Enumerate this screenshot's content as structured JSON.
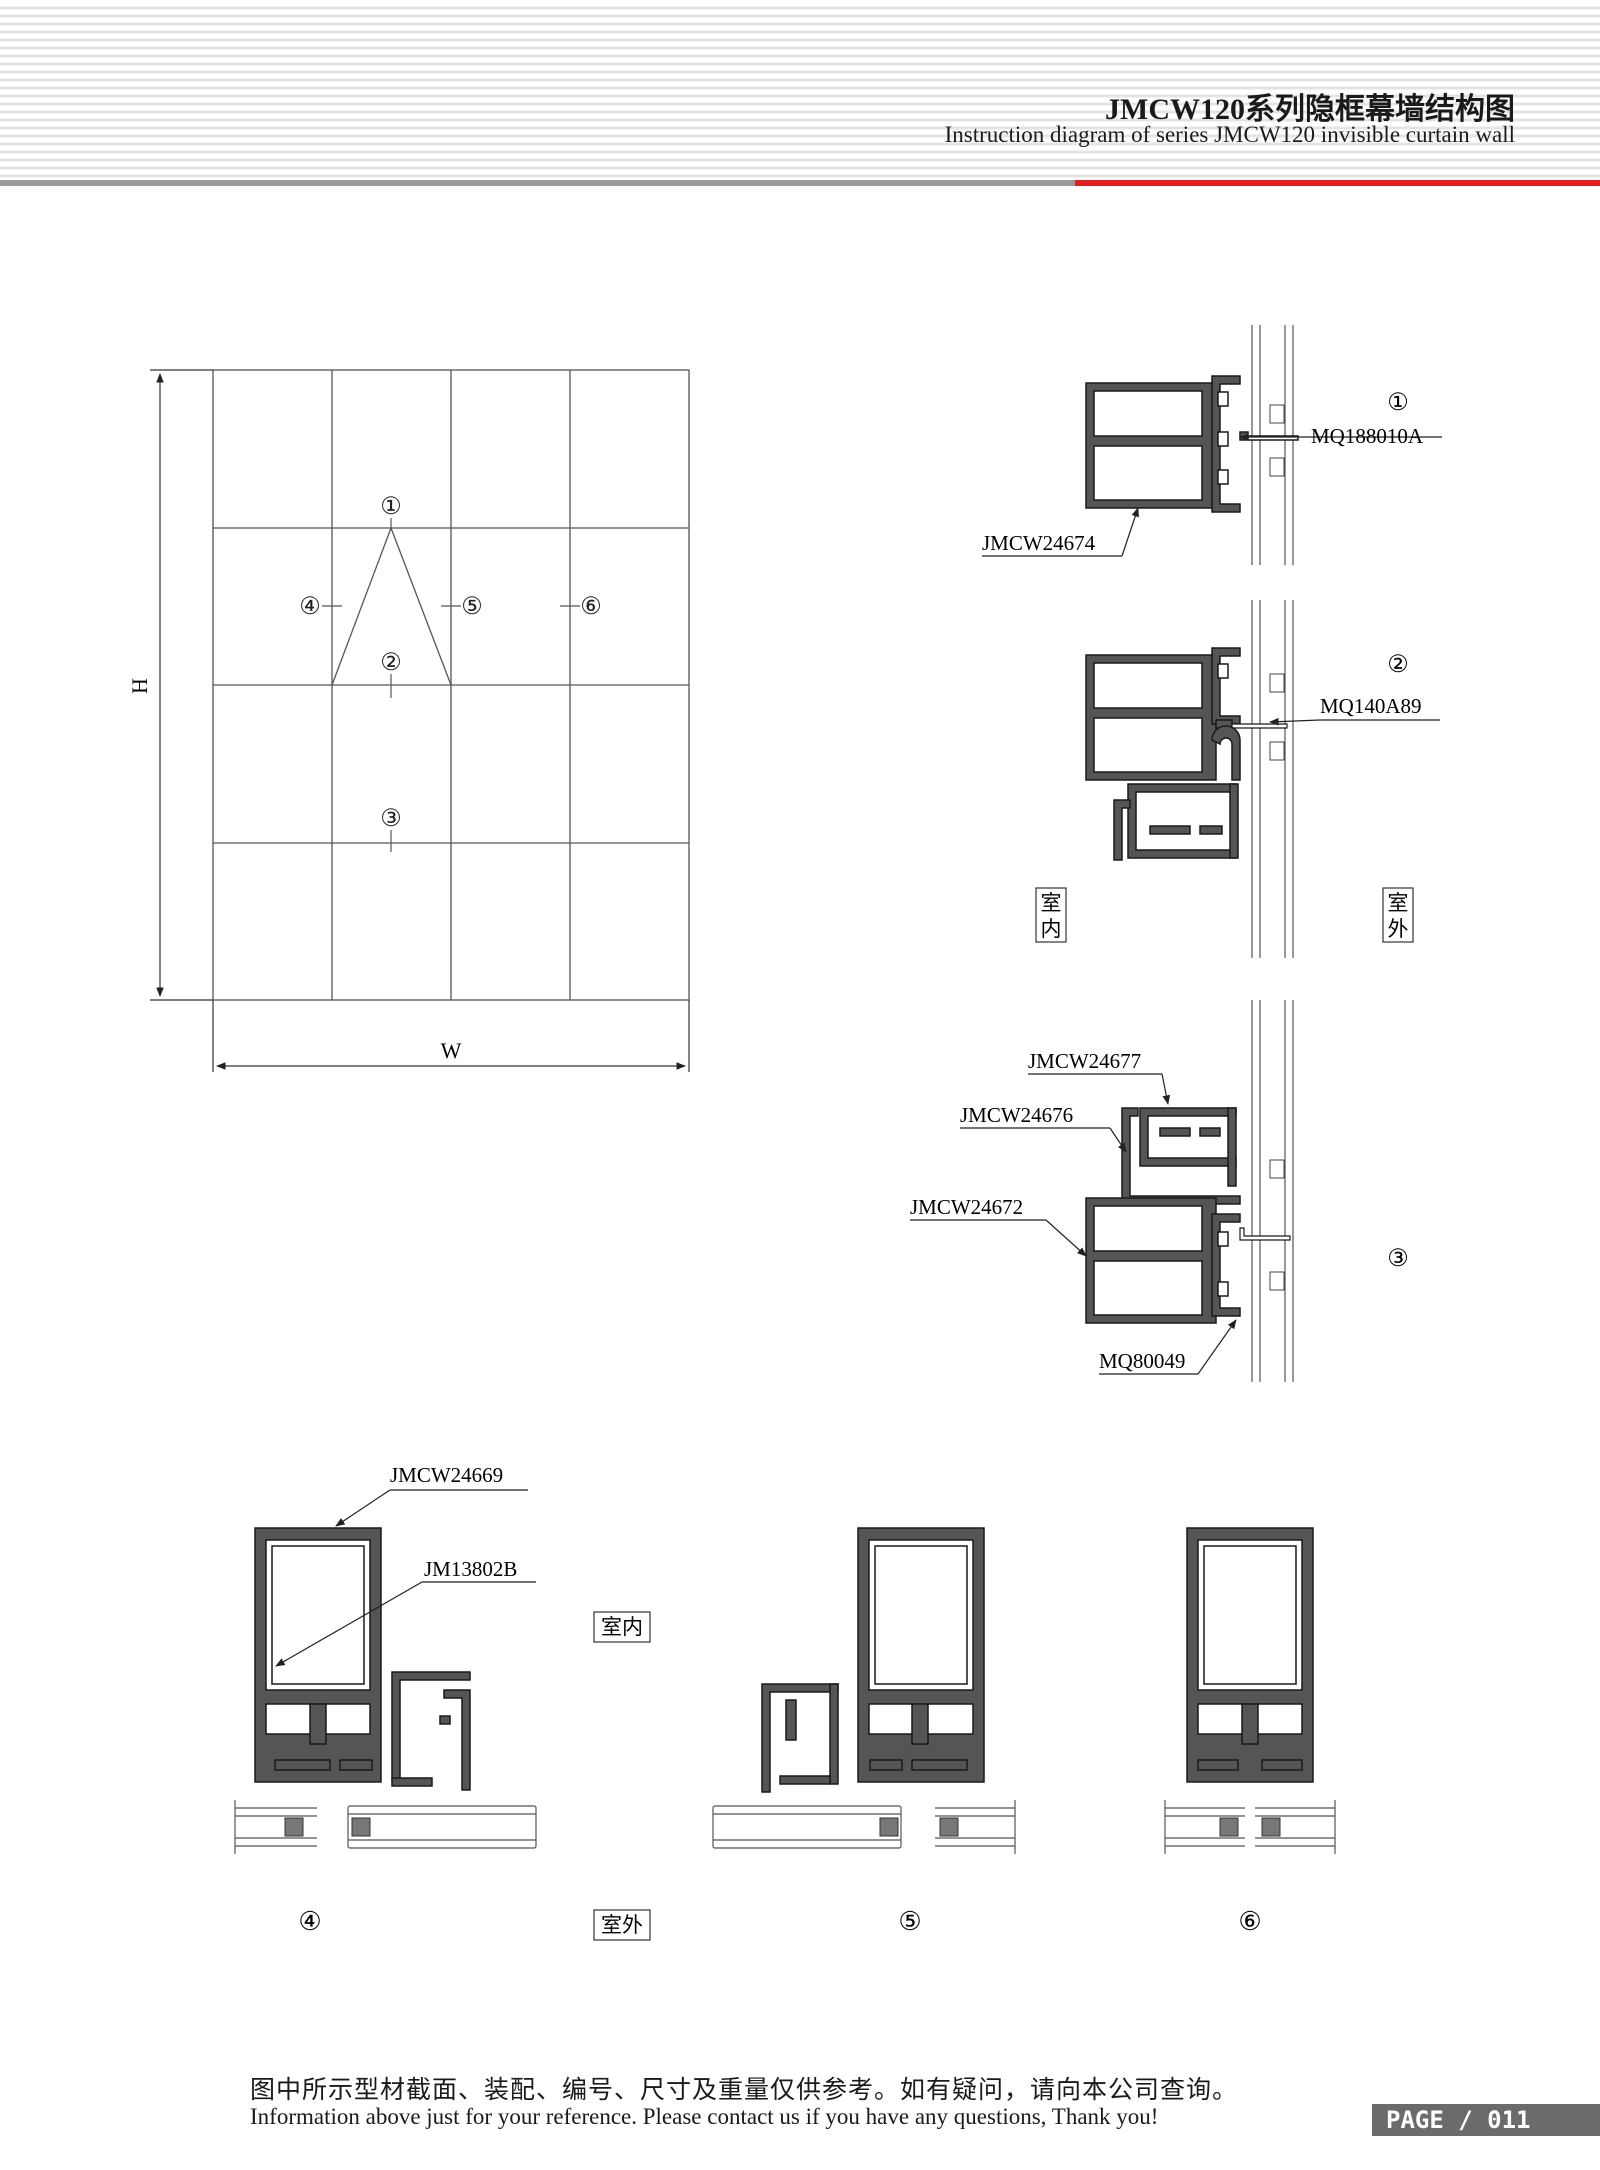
{
  "header": {
    "title": "JMCW120系列隐框幕墙结构图",
    "subtitle": "Instruction diagram of series JMCW120 invisible curtain wall",
    "colors": {
      "stripes": "#e4e4e4",
      "rule": "#9a9a9a",
      "accent": "#e02020"
    }
  },
  "elevation": {
    "height_label": "H",
    "width_label": "W",
    "markers": {
      "m1": "①",
      "m2": "②",
      "m3": "③",
      "m4": "④",
      "m5": "⑤",
      "m6": "⑥"
    }
  },
  "sections": {
    "s1": {
      "marker": "①",
      "part_a": "MQ188010A",
      "part_b": "JMCW24674"
    },
    "s2": {
      "marker": "②",
      "part_a": "MQ140A89",
      "indoor": [
        "室",
        "内"
      ],
      "outdoor": [
        "室",
        "外"
      ]
    },
    "s3": {
      "marker": "③",
      "part_a": "JMCW24677",
      "part_b": "JMCW24676",
      "part_c": "JMCW24672",
      "part_d": "MQ80049"
    }
  },
  "plan_sections": {
    "part_a": "JMCW24669",
    "part_b": "JM13802B",
    "indoor": "室内",
    "outdoor": "室外",
    "markers": {
      "m4": "④",
      "m5": "⑤",
      "m6": "⑥"
    }
  },
  "footer": {
    "note_cn": "图中所示型材截面、装配、编号、尺寸及重量仅供参考。如有疑问，请向本公司查询。",
    "note_en": "Information above just for your reference. Please contact us if you have any questions, Thank you!",
    "page_label": "PAGE / 011"
  }
}
